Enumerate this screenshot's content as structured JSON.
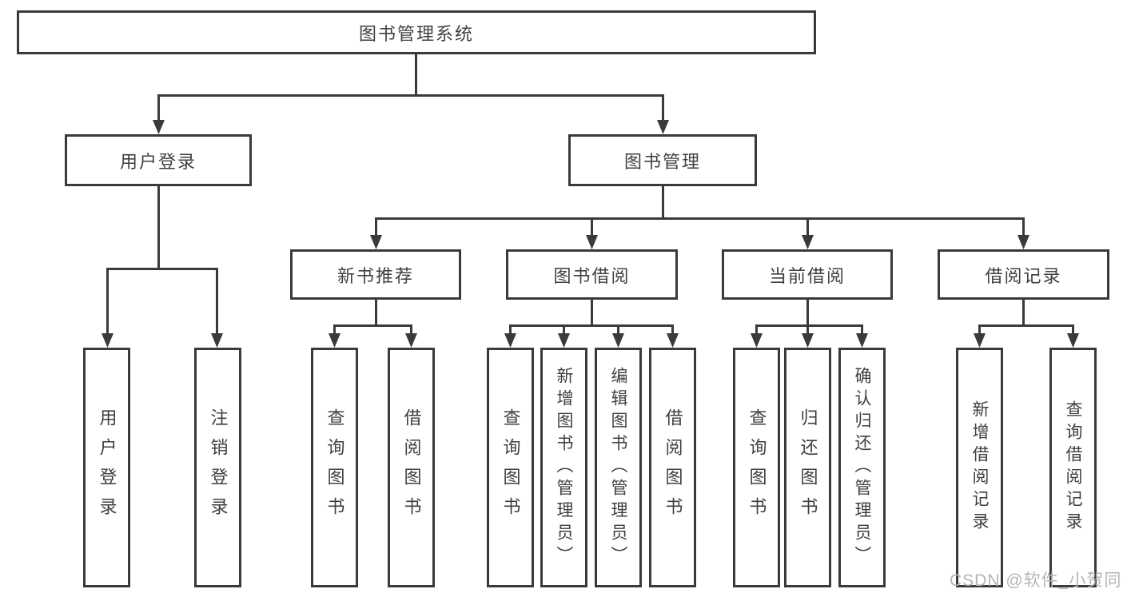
{
  "diagram_title": "图书管理系统",
  "colors": {
    "line": "#3a3a3a",
    "text": "#3f3f3f",
    "box_background": "#ffffff",
    "watermark": "#b5b5b5",
    "page_background": "#ffffff"
  },
  "root": {
    "label": "图书管理系统"
  },
  "level2": [
    {
      "label": "用户登录"
    },
    {
      "label": "图书管理"
    }
  ],
  "level3": [
    {
      "parent": "图书管理",
      "label": "新书推荐"
    },
    {
      "parent": "图书管理",
      "label": "图书借阅"
    },
    {
      "parent": "图书管理",
      "label": "当前借阅"
    },
    {
      "parent": "图书管理",
      "label": "借阅记录"
    }
  ],
  "leaves": [
    {
      "parent": "用户登录",
      "label": "用户登录"
    },
    {
      "parent": "用户登录",
      "label": "注销登录"
    },
    {
      "parent": "新书推荐",
      "label": "查询图书"
    },
    {
      "parent": "新书推荐",
      "label": "借阅图书"
    },
    {
      "parent": "图书借阅",
      "label": "查询图书"
    },
    {
      "parent": "图书借阅",
      "label": "新增图书（管理员）"
    },
    {
      "parent": "图书借阅",
      "label": "编辑图书（管理员）"
    },
    {
      "parent": "图书借阅",
      "label": "借阅图书"
    },
    {
      "parent": "当前借阅",
      "label": "查询图书"
    },
    {
      "parent": "当前借阅",
      "label": "归还图书"
    },
    {
      "parent": "当前借阅",
      "label": "确认归还（管理员）"
    },
    {
      "parent": "借阅记录",
      "label": "新增借阅记录"
    },
    {
      "parent": "借阅记录",
      "label": "查询借阅记录"
    }
  ],
  "watermark": "CSDN @软件_小贺同学"
}
